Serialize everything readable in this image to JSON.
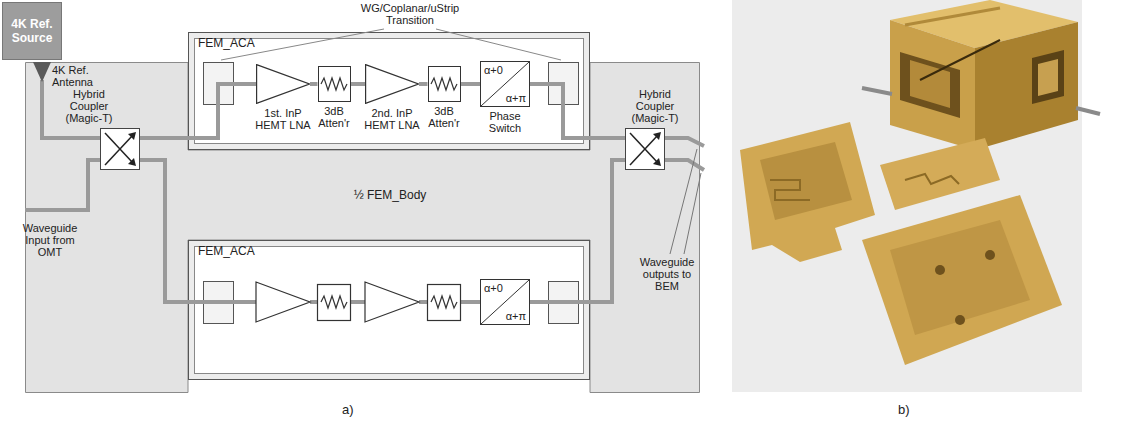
{
  "diagram": {
    "nodes": [
      {
        "text": [
          "4K Ref. Source"
        ]
      },
      {
        "text": [
          "½ FEM_Body"
        ]
      },
      {
        "text": [
          "Hybrid Coupler (Magic-T)"
        ],
        "in": 1
      },
      {
        "text": [
          "Hybrid Coupler (Magic-T)"
        ],
        "in": 1
      },
      {
        "text": [
          "FEM_ACA"
        ]
      },
      {
        "text": [
          "1st. InP HEMT LNA"
        ],
        "in": 4
      },
      {
        "text": [
          "3dB Atten'r"
        ],
        "in": 4
      },
      {
        "text": [
          "2nd. InP HEMT LNA"
        ],
        "in": 4
      },
      {
        "text": [
          "3dB Atten'r"
        ],
        "in": 4
      },
      {
        "text": [
          "α+0",
          "α+π",
          "Phase Switch"
        ],
        "in": 4
      },
      {
        "text": [
          "FEM_ACA"
        ]
      },
      {
        "text": [
          "α+0",
          "α+π"
        ],
        "in": 10
      }
    ],
    "edges": [
      {
        "from": 5,
        "to": 6,
        "arrow": "none"
      },
      {
        "from": 6,
        "to": 7,
        "arrow": "none"
      },
      {
        "from": 7,
        "to": 8,
        "arrow": "none"
      },
      {
        "from": 8,
        "to": 9,
        "arrow": "none"
      }
    ],
    "labels": [
      "WG/Coplanar/uStrip Transition",
      "4K Ref. Antenna",
      "Waveguide Input from OMT",
      "Waveguide outputs to BEM",
      "a)",
      "b)"
    ]
  }
}
